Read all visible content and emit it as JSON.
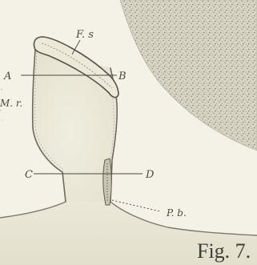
{
  "figure": {
    "caption": "Fig. 7.",
    "labels": {
      "fs": "F. s",
      "a": "A",
      "b": "B",
      "mr": "M. r.",
      "c": "C",
      "d": "D",
      "pb": "P. b."
    }
  },
  "colors": {
    "paper": "#f4f2e6",
    "tissue_fill": "#ebe8d8",
    "stipple_mass": "#d9d6c6",
    "ink": "#4a4a44"
  }
}
